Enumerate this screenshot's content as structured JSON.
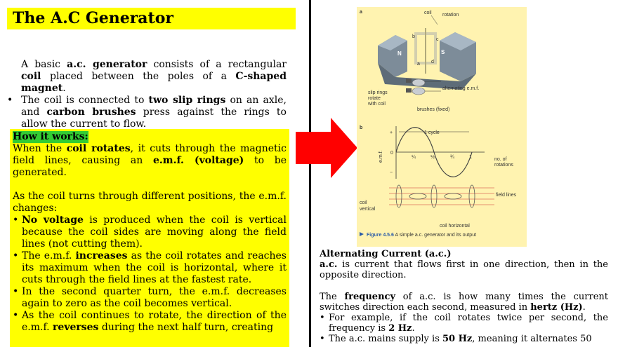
{
  "title": "The A.C Generator",
  "intro": {
    "p1": {
      "a": "A basic ",
      "b": "a.c. generator",
      "c": " consists of a rectangular ",
      "d": "coil",
      "e": " placed between the poles of a ",
      "f": "C-shaped magnet",
      "g": "."
    },
    "bullet1": {
      "a": "The coil is connected to ",
      "b": "two slip rings",
      "c": " on an axle, and ",
      "d": "carbon brushes",
      "e": " press against the rings to allow the current to flow."
    }
  },
  "how": {
    "heading": "How it works:",
    "p1": {
      "a": "When the ",
      "b": "coil rotates",
      "c": ", it cuts through the magnetic field lines, causing an ",
      "d": "e.m.f. (voltage)",
      "e": " to be generated."
    },
    "p2": "As the coil turns through different positions, the e.m.f. changes:",
    "b1": {
      "a": "No voltage",
      "b": " is produced when the coil is vertical because the coil sides are moving along the field lines (not cutting them)."
    },
    "b2": {
      "a": "The e.m.f. ",
      "b": "increases",
      "c": " as the coil rotates and reaches its maximum when the coil is horizontal, where it cuts through the field lines at the fastest rate."
    },
    "b3": "In the second quarter turn, the e.m.f. decreases again to zero as the coil becomes vertical.",
    "b4": {
      "a": "As the coil continues to rotate, the direction of the e.m.f. ",
      "b": "reverses",
      "c": " during the next half turn, creating"
    }
  },
  "figure": {
    "label_a": "a",
    "label_b": "b",
    "coil": "coil",
    "rotation": "rotation",
    "n": "N",
    "s": "S",
    "b_small": "b",
    "c_small": "c",
    "a_small": "a",
    "d_small": "d",
    "slip_rings": "slip rings",
    "rotate": "rotate",
    "with_coil": "with coil",
    "alt_emf": "alternating e.m.f.",
    "brushes": "brushes (fixed)",
    "one_cycle": "1 cycle",
    "plus": "+",
    "minus": "−",
    "zero": "0",
    "emf": "e.m.f.",
    "q1": "¼",
    "q2": "½",
    "q3": "¾",
    "q4": "1",
    "no_of": "no. of",
    "rotations": "rotations",
    "field_lines": "field lines",
    "coil_vertical": "coil",
    "vertical": "vertical",
    "coil_horizontal": "coil horizontal",
    "caption_bold": "Figure 4.5.6",
    "caption": " A simple a.c. generator and its output"
  },
  "right": {
    "heading": "Alternating Current (a.c.)",
    "p1": {
      "a": "a.c.",
      "b": " is current that flows first in one direction, then in the opposite direction."
    },
    "p2": {
      "a": "The ",
      "b": "frequency",
      "c": " of a.c. is how many times the current switches direction each second, measured in ",
      "d": "hertz (Hz)",
      "e": "."
    },
    "b1": {
      "a": "For example, if the coil rotates twice per second, the frequency is ",
      "b": "2 Hz",
      "c": "."
    },
    "b2": {
      "a": "The a.c. mains supply is ",
      "b": "50 Hz",
      "c": ", meaning it alternates 50"
    }
  },
  "colors": {
    "highlight": "#ffff00",
    "heading_green": "#33cc33",
    "arrow": "#ff0000",
    "figure_bg": "#fff3b0"
  }
}
